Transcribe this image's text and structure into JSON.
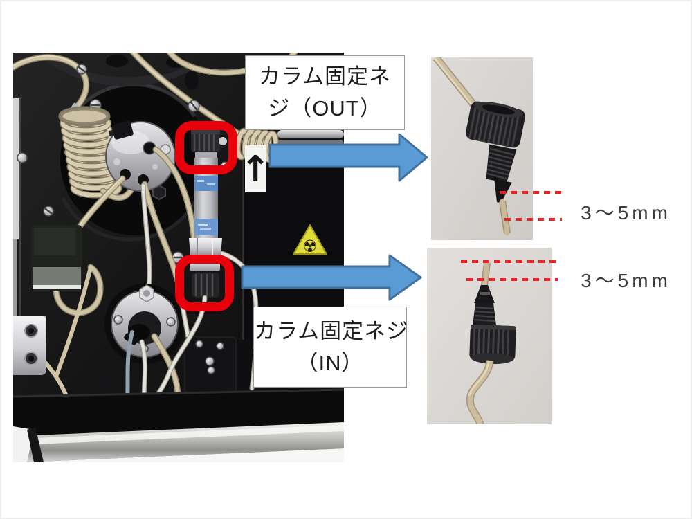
{
  "callouts": {
    "out_label": {
      "line1": "カラム固定ネ",
      "line2": "ジ（OUT）"
    },
    "in_label": {
      "line1": "カラム固定ネジ",
      "line2": "（IN）"
    },
    "top_measurement": "3～5mm",
    "bottom_measurement": "3～5mm"
  },
  "icons": {
    "flow_direction_arrow": "↑",
    "warning_symbol": "☢"
  },
  "colors": {
    "highlight_red": "#e8000b",
    "dashed_line_red": "#ee2222",
    "arrow_fill": "#5b9bd5",
    "arrow_border": "#41719c",
    "warning_yellow": "#e0db3a"
  }
}
